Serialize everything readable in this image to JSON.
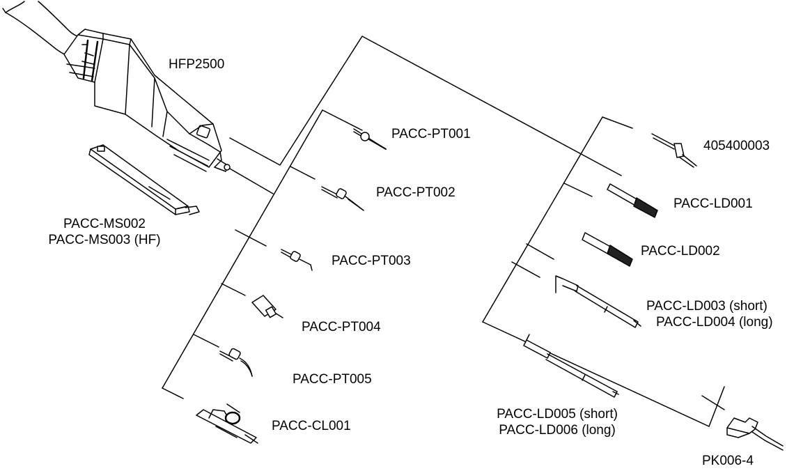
{
  "colors": {
    "line": "#000000",
    "fill": "#ffffff",
    "dark": "#1a1a1a"
  },
  "probe": {
    "name": "HFP2500"
  },
  "mount": {
    "line1": "PACC-MS002",
    "line2": "PACC-MS003 (HF)"
  },
  "tips": [
    {
      "id": "pt001",
      "label": "PACC-PT001"
    },
    {
      "id": "pt002",
      "label": "PACC-PT002"
    },
    {
      "id": "pt003",
      "label": "PACC-PT003"
    },
    {
      "id": "pt004",
      "label": "PACC-PT004"
    },
    {
      "id": "pt005",
      "label": "PACC-PT005"
    },
    {
      "id": "cl001",
      "label": "PACC-CL001"
    }
  ],
  "leads": [
    {
      "id": "405400003",
      "line1": "405400003"
    },
    {
      "id": "ld001",
      "line1": "PACC-LD001"
    },
    {
      "id": "ld002",
      "line1": "PACC-LD002"
    },
    {
      "id": "ld003",
      "line1": "PACC-LD003 (short)",
      "line2": "PACC-LD004 (long)"
    },
    {
      "id": "ld005",
      "line1": "PACC-LD005 (short)",
      "line2": "PACC-LD006 (long)"
    }
  ],
  "adapter": {
    "label": "PK006-4"
  }
}
